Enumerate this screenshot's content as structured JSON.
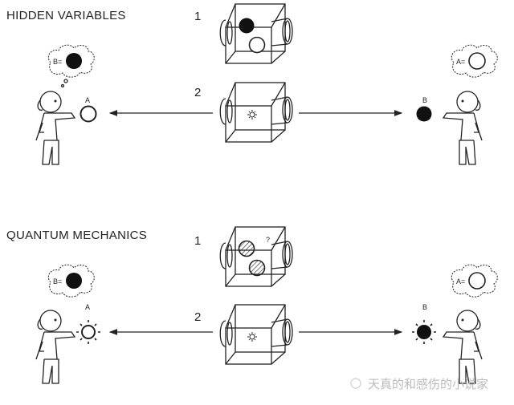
{
  "sections": [
    {
      "title": "HIDDEN VARIABLES",
      "step1": "1",
      "step2": "2",
      "left_thought": "B=",
      "right_thought": "A=",
      "left_ball": "A",
      "right_ball": "B"
    },
    {
      "title": "QUANTUM MECHANICS",
      "step1": "1",
      "step2": "2",
      "left_thought": "B=",
      "right_thought": "A=",
      "left_ball": "A",
      "right_ball": "B",
      "unknown_mark": "?"
    }
  ],
  "watermark": "天真的和感伤的小说家"
}
